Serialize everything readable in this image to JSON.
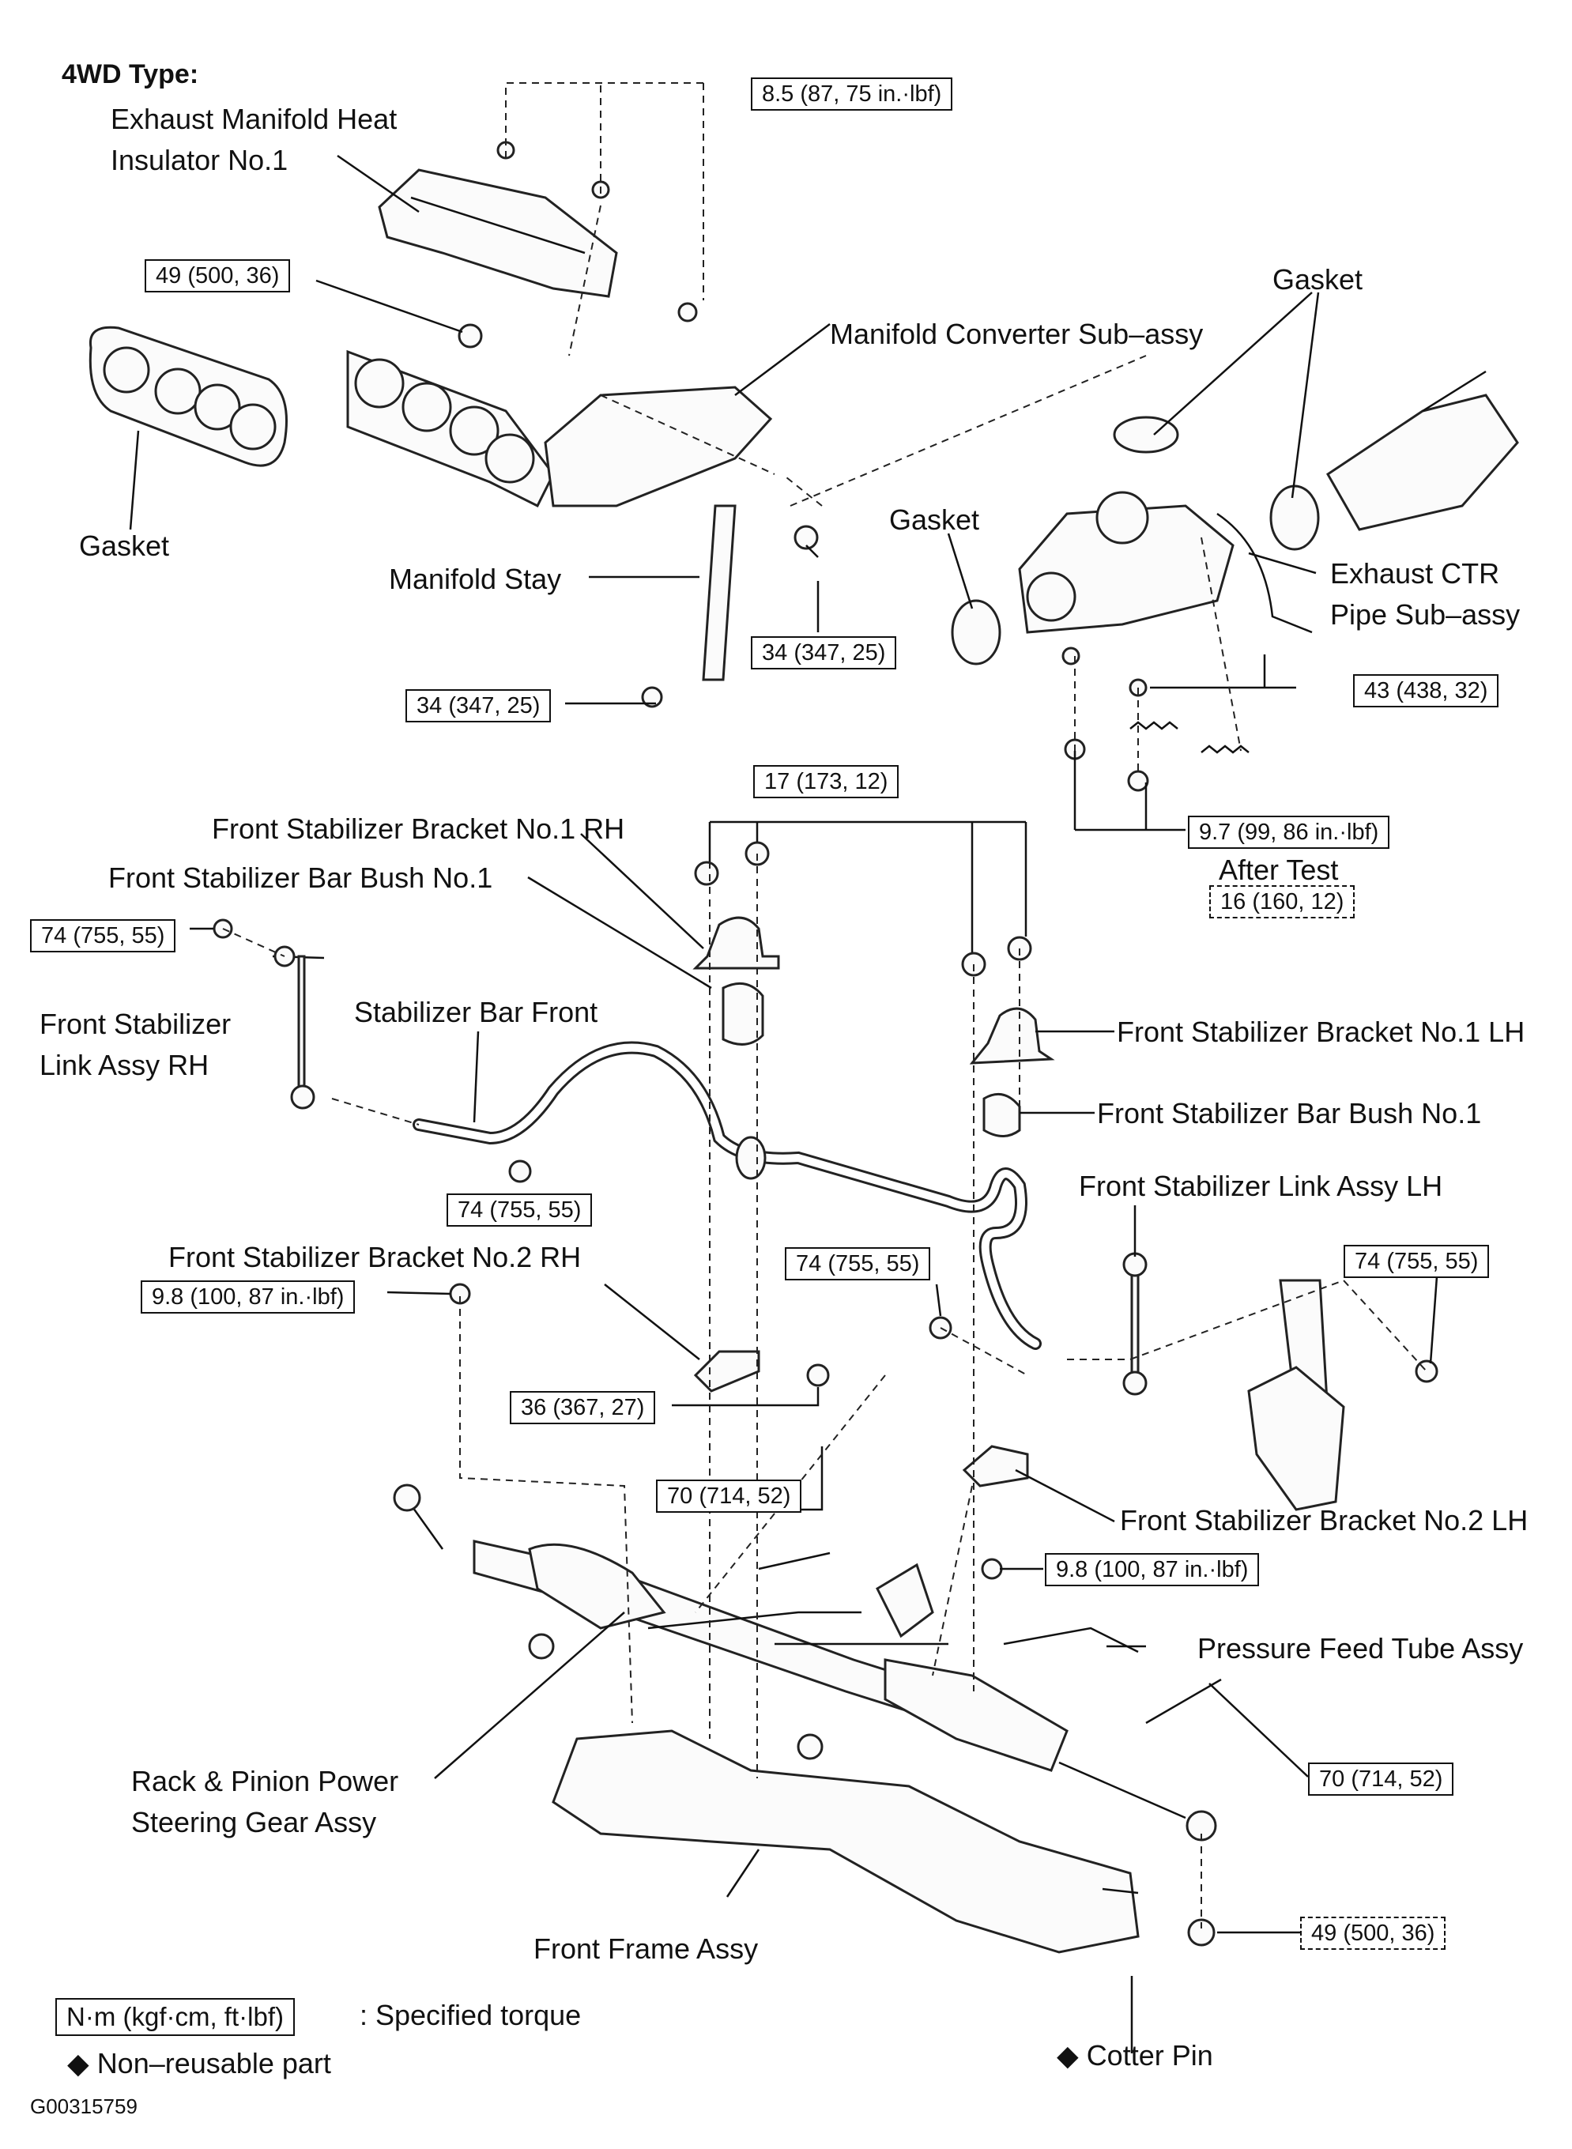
{
  "header": "4WD Type:",
  "labels": {
    "heat_insulator": "Exhaust Manifold Heat\nInsulator No.1",
    "gasket_left": "Gasket",
    "manifold_converter": "Manifold Converter Sub–assy",
    "gasket_top_right": "Gasket",
    "gasket_mid": "Gasket",
    "manifold_stay": "Manifold Stay",
    "exhaust_ctr_pipe": "Exhaust CTR\nPipe Sub–assy",
    "after_test": "After Test",
    "stab_bracket1_rh": "Front Stabilizer Bracket No.1 RH",
    "stab_bush1_rh": "Front Stabilizer Bar Bush No.1",
    "stab_link_rh": "Front Stabilizer\nLink Assy RH",
    "stab_bar_front": "Stabilizer Bar Front",
    "stab_bracket1_lh": "Front Stabilizer Bracket No.1 LH",
    "stab_bush1_lh": "Front Stabilizer Bar Bush No.1",
    "stab_link_lh": "Front Stabilizer Link Assy LH",
    "stab_bracket2_rh": "Front Stabilizer Bracket No.2 RH",
    "stab_bracket2_lh": "Front Stabilizer Bracket No.2 LH",
    "pressure_feed_tube": "Pressure Feed Tube Assy",
    "steering_gear": "Rack & Pinion Power\nSteering Gear Assy",
    "front_frame": "Front Frame Assy",
    "cotter_pin": "◆ Cotter Pin"
  },
  "torques": {
    "t_8_5": "8.5 (87, 75 in.·lbf)",
    "t_49_top": "49 (500, 36)",
    "t_34_right": "34 (347, 25)",
    "t_34_left": "34 (347, 25)",
    "t_43": "43 (438, 32)",
    "t_17": "17 (173, 12)",
    "t_9_7": "9.7 (99, 86 in.·lbf)",
    "t_16": "16 (160, 12)",
    "t_74_link_rh": "74 (755, 55)",
    "t_74_bar": "74 (755, 55)",
    "t_74_mid": "74 (755, 55)",
    "t_74_link_lh": "74 (755, 55)",
    "t_9_8_left": "9.8 (100, 87 in.·lbf)",
    "t_36": "36 (367, 27)",
    "t_70_left": "70 (714, 52)",
    "t_9_8_right": "9.8 (100, 87 in.·lbf)",
    "t_70_right": "70 (714, 52)",
    "t_49_bottom": "49 (500, 36)"
  },
  "legend": {
    "unit_box": "N·m (kgf·cm, ft·lbf)",
    "unit_text": ": Specified torque",
    "non_reusable": "◆ Non–reusable part"
  },
  "figure_code": "G00315759"
}
